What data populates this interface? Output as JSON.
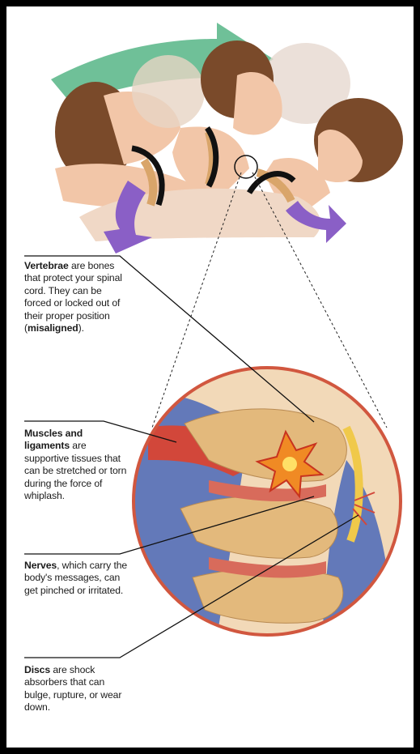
{
  "labels": [
    {
      "bold": "Vertebrae",
      "rest": " are bones that protect your spinal cord. They can be forced or locked out of their proper position (",
      "bold2": "misaligned",
      "tail": ")."
    },
    {
      "bold": "Muscles and ligaments",
      "rest": " are supportive tissues that can be stretched or torn during the force of whiplash.",
      "bold2": "",
      "tail": ""
    },
    {
      "bold": "Nerves",
      "rest": ", which carry the body's messages, can get pinched or irritated.",
      "bold2": "",
      "tail": ""
    },
    {
      "bold": "Discs",
      "rest": " are shock absorbers that can bulge, rupture, or wear down.",
      "bold2": "",
      "tail": ""
    }
  ],
  "colors": {
    "frame": "#000000",
    "arrow_green": "#5fb98d",
    "arrow_purple": "#8a5fc6",
    "circle_rim": "#d1573f",
    "bone": "#e3b97c",
    "muscle_blue": "#4a67b8",
    "muscle_red": "#d2473a",
    "hair": "#7a4a2a",
    "skin": "#f2c6a8"
  }
}
